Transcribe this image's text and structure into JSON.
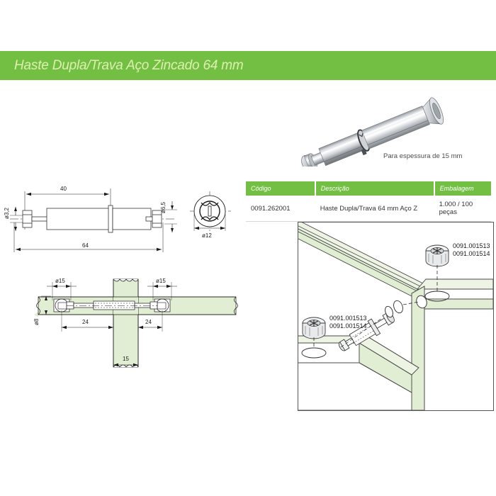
{
  "header": {
    "title": "Haste Dupla/Trava Aço Zincado 64 mm",
    "bar_color": "#73bf44",
    "text_color": "#dcf0b0"
  },
  "photo": {
    "caption": "Para espessura de 15 mm",
    "alt_name": "double-ended steel dowel photo"
  },
  "table": {
    "headers": [
      "Código",
      "Descrição",
      "Embalagem"
    ],
    "rows": [
      {
        "codigo": "0091.262001",
        "descricao": "Haste Dupla/Trava 64 mm Aço Z",
        "embalagem": "1.000 / 100 peças"
      }
    ],
    "header_bg": "#73bf44",
    "header_text": "#ffffff"
  },
  "drawing_top": {
    "name": "side-elevation-and-section",
    "dimensions": {
      "length_overall": "64",
      "length_partial": "40",
      "diameter_shaft": "ø3,2",
      "diameter_head": "ø6,5",
      "diameter_cam": "ø12"
    }
  },
  "drawing_bottom": {
    "name": "panel-assembly-section",
    "dimensions": {
      "cam_bore_left": "ø15",
      "cam_bore_right": "ø15",
      "dowel_bore": "ø8",
      "edge_left": "24",
      "edge_right": "24",
      "panel_thickness": "15"
    }
  },
  "iso_diagram": {
    "name": "isometric-assembly",
    "labels": [
      {
        "line1": "0091.001513",
        "line2": "0091.001514"
      },
      {
        "line1": "0091.001513",
        "line2": "0091.001514"
      }
    ]
  },
  "colors": {
    "brand_green": "#73bf44",
    "panel_fill": "#e2eed4",
    "line_dark": "#1a1a1a",
    "table_rule": "#d8d8d8"
  }
}
